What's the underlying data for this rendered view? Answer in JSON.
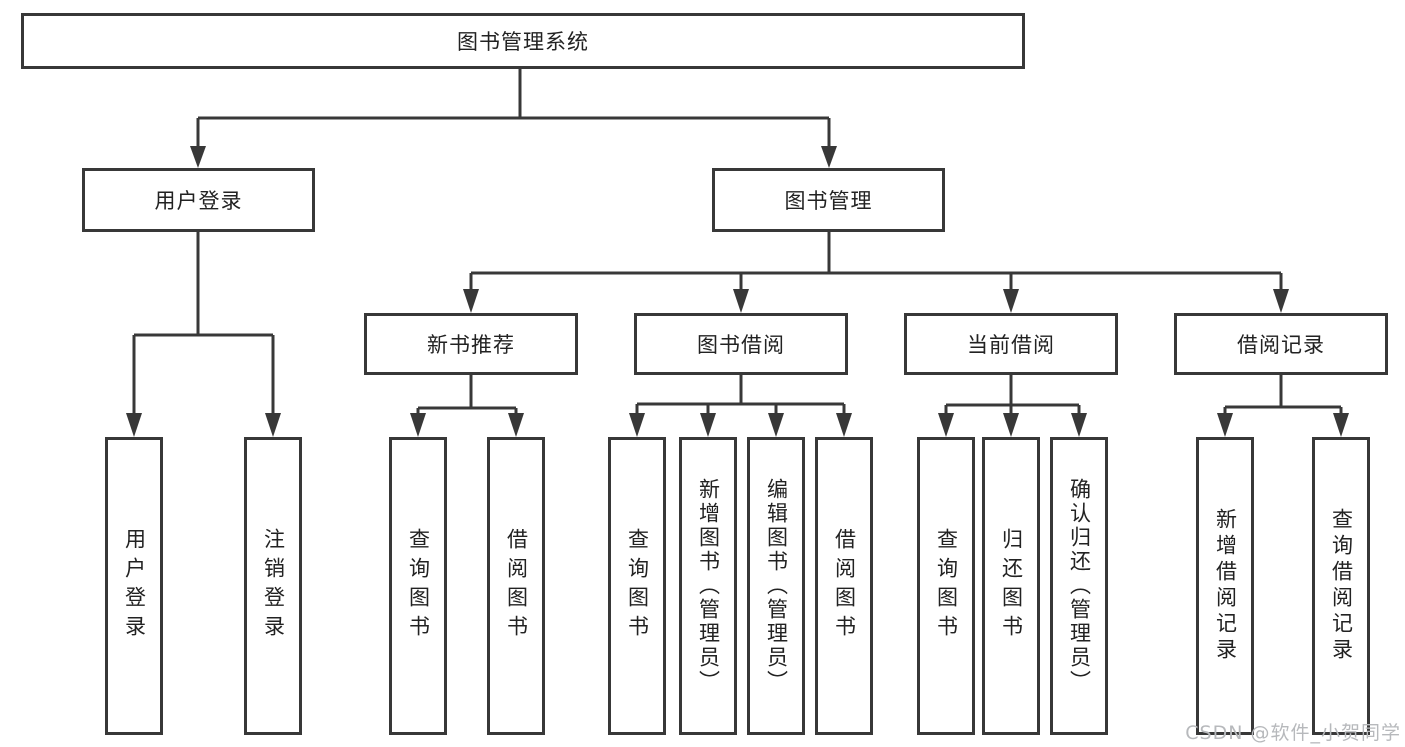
{
  "tree": {
    "root": {
      "label": "图书管理系统"
    },
    "branches": [
      {
        "label": "用户登录",
        "leaves": [
          {
            "label": "用户登录"
          },
          {
            "label": "注销登录"
          }
        ]
      },
      {
        "label": "图书管理",
        "groups": [
          {
            "label": "新书推荐",
            "leaves": [
              {
                "label": "查询图书"
              },
              {
                "label": "借阅图书"
              }
            ]
          },
          {
            "label": "图书借阅",
            "leaves": [
              {
                "label": "查询图书"
              },
              {
                "label": "新增图书（管理员）"
              },
              {
                "label": "编辑图书（管理员）"
              },
              {
                "label": "借阅图书"
              }
            ]
          },
          {
            "label": "当前借阅",
            "leaves": [
              {
                "label": "查询图书"
              },
              {
                "label": "归还图书"
              },
              {
                "label": "确认归还（管理员）"
              }
            ]
          },
          {
            "label": "借阅记录",
            "leaves": [
              {
                "label": "新增借阅记录"
              },
              {
                "label": "查询借阅记录"
              }
            ]
          }
        ]
      }
    ]
  },
  "watermark": "CSDN @软件_小贺同学",
  "colors": {
    "line": "#383838",
    "box_fill": "#ffffff",
    "text": "#222222",
    "watermark": "#b7b9bc"
  }
}
